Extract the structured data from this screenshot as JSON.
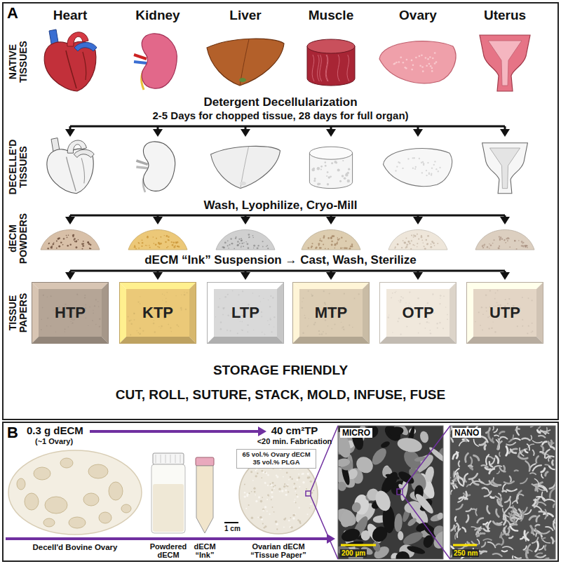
{
  "diagram": {
    "nodes": [
      {
        "text": [
          "A"
        ]
      },
      {
        "text": [
          "HTP"
        ],
        "in": 0
      },
      {
        "text": [
          "KTP"
        ],
        "in": 0
      },
      {
        "text": [
          "LTP"
        ],
        "in": 0
      },
      {
        "text": [
          "MTP"
        ],
        "in": 0
      },
      {
        "text": [
          "OTP"
        ],
        "in": 0
      },
      {
        "text": [
          "UTP"
        ],
        "in": 0
      },
      {
        "text": [
          "B"
        ]
      },
      {
        "text": [
          "65 vol.% Ovary dECM 35 vol.% PLGA"
        ],
        "in": 7
      },
      {
        "text": [
          "MICRO",
          "200 µm"
        ],
        "in": 7
      },
      {
        "text": [
          "NANO",
          "250 nm"
        ],
        "in": 7
      }
    ],
    "labels": [
      "Heart",
      "Kidney",
      "Liver",
      "Muscle",
      "Ovary",
      "Uterus",
      "NATIVE TISSUES",
      "Detergent Decellularization",
      "2-5 Days for chopped tissue, 28 days for full organ)",
      "DECELLE'D TISSUES",
      "Wash, Lyophilize, Cryo-Mill",
      "dECM POWDERS",
      "dECM “Ink” Suspension → Cast, Wash, Sterilize",
      "TISSUE PAPERS",
      "STORAGE FRIENDLY",
      "CUT, ROLL, SUTURE, STACK, MOLD, INFUSE, FUSE",
      "0.3 g dECM",
      "(~1 Ovary)",
      "40 cm²TP",
      "<20 min. Fabrication",
      "1 cm",
      "Decell'd Bovine Ovary",
      "Powdered dECM",
      "dECM “Ink”",
      "Ovarian dECM “Tissue Paper”"
    ]
  }
}
